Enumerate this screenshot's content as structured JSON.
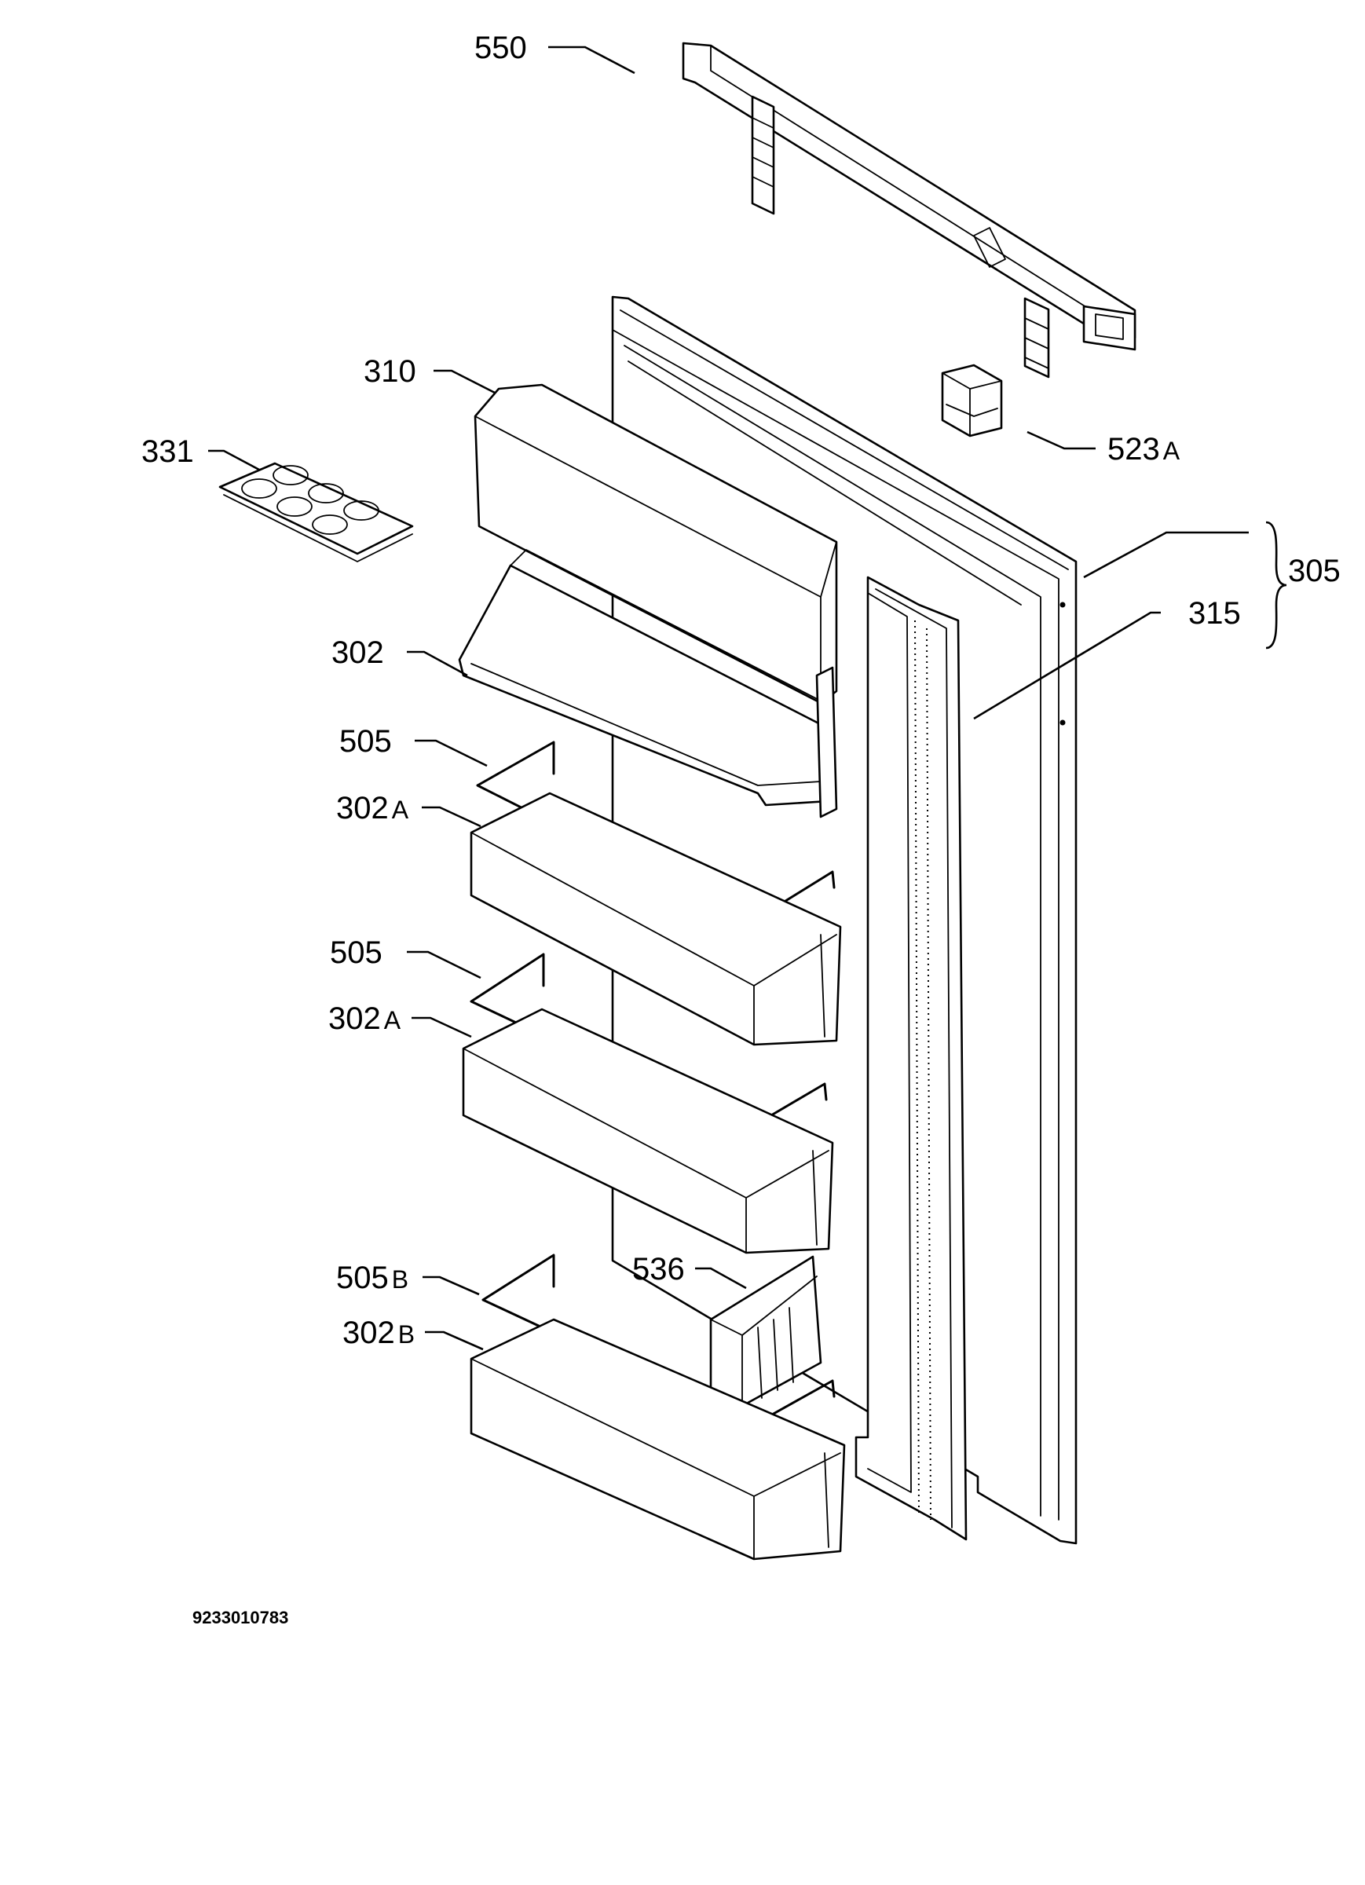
{
  "document_number": "9233010783",
  "callouts": [
    {
      "id": "c550",
      "number": "550",
      "suffix": ""
    },
    {
      "id": "c310",
      "number": "310",
      "suffix": ""
    },
    {
      "id": "c331",
      "number": "331",
      "suffix": ""
    },
    {
      "id": "c523a",
      "number": "523",
      "suffix": "A"
    },
    {
      "id": "c305",
      "number": "305",
      "suffix": ""
    },
    {
      "id": "c315",
      "number": "315",
      "suffix": ""
    },
    {
      "id": "c302",
      "number": "302",
      "suffix": ""
    },
    {
      "id": "c505",
      "number": "505",
      "suffix": ""
    },
    {
      "id": "c302a",
      "number": "302",
      "suffix": "A"
    },
    {
      "id": "c505b2",
      "number": "505",
      "suffix": ""
    },
    {
      "id": "c302a2",
      "number": "302",
      "suffix": "A"
    },
    {
      "id": "c505b",
      "number": "505",
      "suffix": "B"
    },
    {
      "id": "c536",
      "number": "536",
      "suffix": ""
    },
    {
      "id": "c302b",
      "number": "302",
      "suffix": "B"
    }
  ]
}
